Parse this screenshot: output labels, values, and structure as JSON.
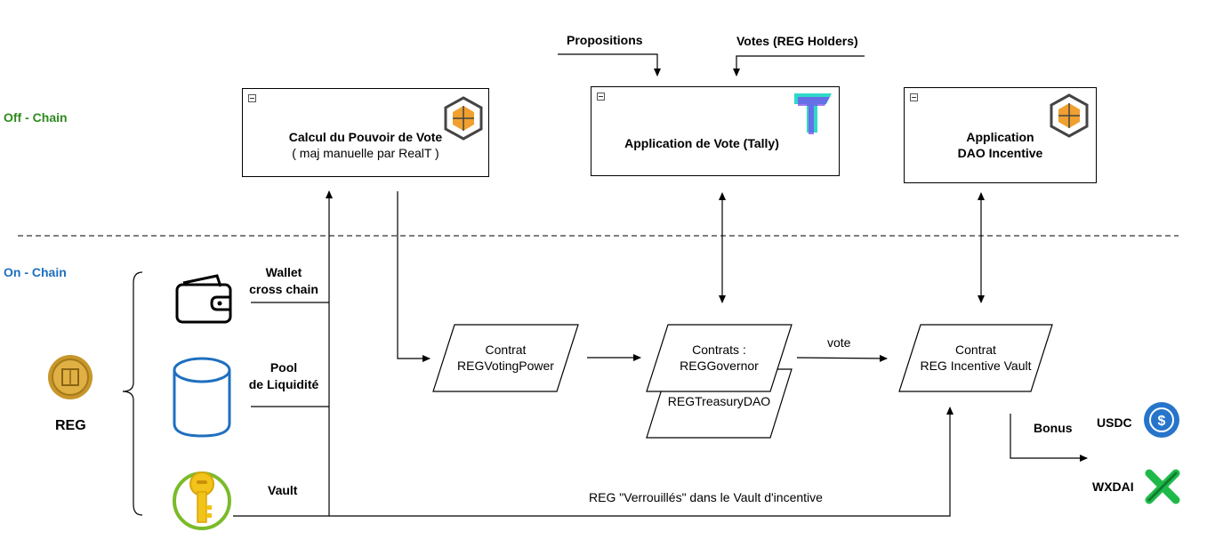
{
  "zones": {
    "off_chain": {
      "label": "Off - Chain",
      "color": "#2e8b1e"
    },
    "on_chain": {
      "label": "On - Chain",
      "color": "#1f6fbf"
    }
  },
  "token": {
    "label": "REG",
    "icon": "reg-coin-icon"
  },
  "sources": [
    {
      "line1": "Wallet",
      "line2": "cross chain",
      "icon": "wallet-icon"
    },
    {
      "line1": "Pool",
      "line2": "de Liquidité",
      "icon": "database-icon"
    },
    {
      "line1": "Vault",
      "line2": "",
      "icon": "key-icon"
    }
  ],
  "boxes": {
    "voting_power_calc": {
      "title": "Calcul du Pouvoir de Vote",
      "subtitle": "( maj manuelle par RealT )",
      "icon": "realt-cube-icon"
    },
    "tally": {
      "title": "Application de Vote  (Tally)",
      "icon": "tally-logo-icon"
    },
    "dao_incentive": {
      "line1": "Application",
      "line2": "DAO Incentive",
      "icon": "realt-cube-icon"
    }
  },
  "top_inputs": {
    "propositions": "Propositions",
    "votes": "Votes (REG Holders)"
  },
  "contracts": {
    "voting_power": {
      "line1": "Contrat",
      "line2": "REGVotingPower"
    },
    "governor": {
      "line1": "Contrats :",
      "line2": "REGGovernor"
    },
    "treasury": {
      "label": "REGTreasuryDAO"
    },
    "incentive_vault": {
      "line1": "Contrat",
      "line2": "REG Incentive Vault"
    }
  },
  "edge_labels": {
    "vote": "vote",
    "locked": "REG \"Verrouillés\" dans le Vault d'incentive",
    "bonus": "Bonus"
  },
  "rewards": [
    {
      "label": "USDC",
      "icon": "usdc-icon",
      "color": "#2775ca"
    },
    {
      "label": "WXDAI",
      "icon": "xdai-icon",
      "color": "#1fb94a"
    }
  ]
}
